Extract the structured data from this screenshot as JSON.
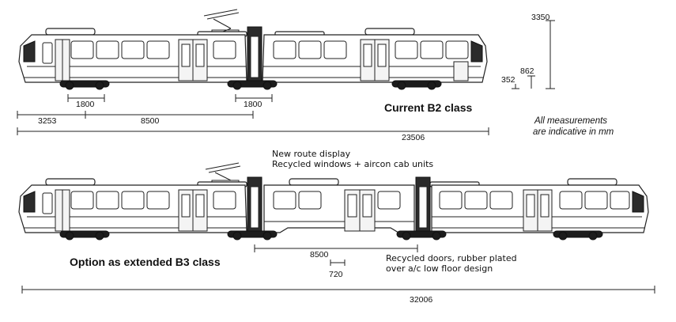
{
  "current_tram": {
    "title": "Current  B2 class",
    "dims": {
      "bogie_left": "1800",
      "bogie_right": "1800",
      "front_overhang": "3253",
      "bogie_spacing": "8500",
      "total_length": "23506",
      "height": "3350",
      "floor_height": "862",
      "step_height": "352"
    }
  },
  "note": {
    "line1": "All measurements",
    "line2": "are indicative in  mm"
  },
  "extended_tram": {
    "annotation_top_1": "New route display",
    "annotation_top_2": "Recycled windows + aircon cab units",
    "title": "Option as extended B3 class",
    "annotation_bottom_1": "Recycled doors, rubber plated",
    "annotation_bottom_2": "over a/c low floor design",
    "dims": {
      "middle_section": "8500",
      "low_floor": "720",
      "total_length": "32006"
    }
  },
  "colors": {
    "line": "#222222",
    "background": "#ffffff"
  }
}
